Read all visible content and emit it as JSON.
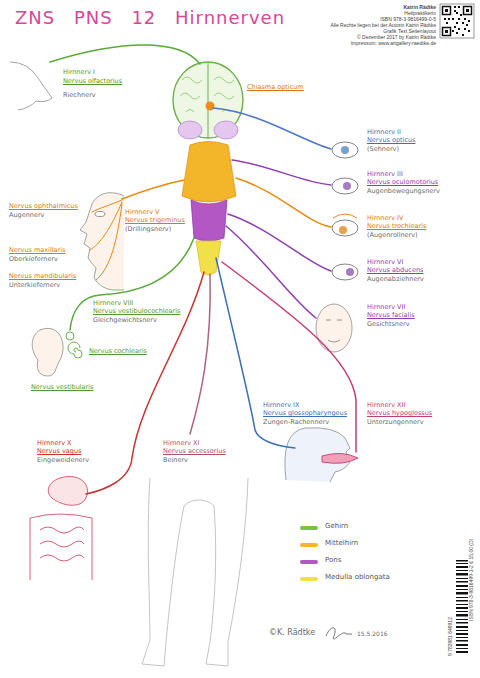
{
  "diagram": {
    "title": "ZNS PNS 12 Hirnnerven",
    "labels": [
      "Katrin Rädtke",
      "Heilpraktikerin",
      "ISBN 978-3-9816499-0-5",
      "Alle Rechte liegen bei der Autorin Katrin Rädtke",
      "Grafik Text Seitenlayout",
      "© Dezember 2017 by Katrin Rädtke",
      "Impressum: www.artgallery-raedtke.de",
      "Hirnnerv I",
      "Nervus olfactorius",
      "Riechnerv",
      "Chiasma opticum",
      "Hirnnerv II",
      "Nervus opticus",
      "(Sehnerv)",
      "Hirnnerv III",
      "Nervus oculomotorius",
      "Augenbewegungsnerv",
      "Hirnnerv IV",
      "Nervus trochlearis",
      "(Augenrollnerv)",
      "Hirnnerv V",
      "Nervus trigeminus",
      "(Drillingsnerv)",
      "Nervus ophthalmicus",
      "Augennerv",
      "Nervus maxillaris",
      "Oberkiefernerv",
      "Nervus mandibularis",
      "Unterkiefernerv",
      "Hirnnerv VI",
      "Nervus abducens",
      "Augenabziehnerv",
      "Hirnnerv VII",
      "Nervus facialis",
      "Gesichtsnerv",
      "Hirnnerv VIII",
      "Nervus vestibulocochlearis",
      "Gleichgewichtsnerv",
      "Nervus cochlearis",
      "Nervus vestibularis",
      "Hirnnerv IX",
      "Nervus glossopharyngeus",
      "Zungen-Rachennerv",
      "Hirnnerv XII",
      "Nervus hypoglossus",
      "Unterzungennerv",
      "Hirnnerv X",
      "Nervus vagus",
      "Eingeweidenerv",
      "Hirnnerv XI",
      "Nervus accessorius",
      "Beinerv",
      "©K. Rädtke",
      "15.5.2016",
      "ISBN 978-3-9816499-1-2 € 15,00 (D)",
      "9 783981 649912"
    ],
    "legend": [
      {
        "text": "Gehirn",
        "color": "#7cc242"
      },
      {
        "text": "Mittelhirn",
        "color": "#f3b52a"
      },
      {
        "text": "Pons",
        "color": "#b257c4"
      },
      {
        "text": "Medulla oblongata",
        "color": "#f2e04a"
      }
    ]
  }
}
